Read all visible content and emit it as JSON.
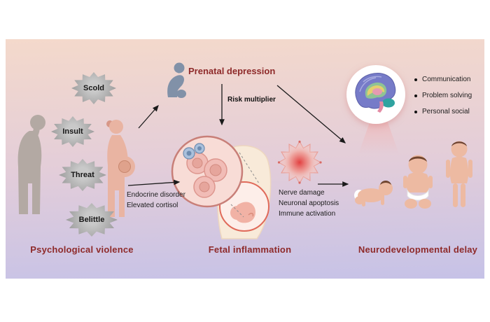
{
  "accent": {
    "title_color": "#8e2a2a",
    "gradient_top": "#f4d9cb",
    "gradient_mid": "#e3cdd9",
    "gradient_bottom": "#c6c2e7"
  },
  "psych": {
    "title": "Psychological violence",
    "bursts": [
      {
        "label": "Scold"
      },
      {
        "label": "Insult"
      },
      {
        "label": "Threat"
      },
      {
        "label": "Belittle"
      }
    ]
  },
  "prenatal": {
    "title": "Prenatal depression",
    "risk_label": "Risk multiplier"
  },
  "fetal": {
    "title": "Fetal inflammation",
    "endocrine_lines": [
      "Endocrine disorder",
      "Elevated cortisol"
    ],
    "damage_lines": [
      "Nerve damage",
      "Neuronal apoptosis",
      "Immune activation"
    ]
  },
  "neuro": {
    "title": "Neurodevelopmental delay",
    "bullets": [
      "Communication",
      "Problem solving",
      "Personal social"
    ]
  },
  "icons": {
    "left": [
      "yelling-person-icon",
      "pregnant-woman-icon"
    ],
    "middle": [
      "depressed-person-icon",
      "magnified-cells-icon",
      "pregnant-torso-fetus-icon",
      "inflamed-cell-icon"
    ],
    "right": [
      "brain-icon",
      "crawling-baby-icon",
      "sitting-baby-icon",
      "standing-toddler-icon"
    ]
  }
}
